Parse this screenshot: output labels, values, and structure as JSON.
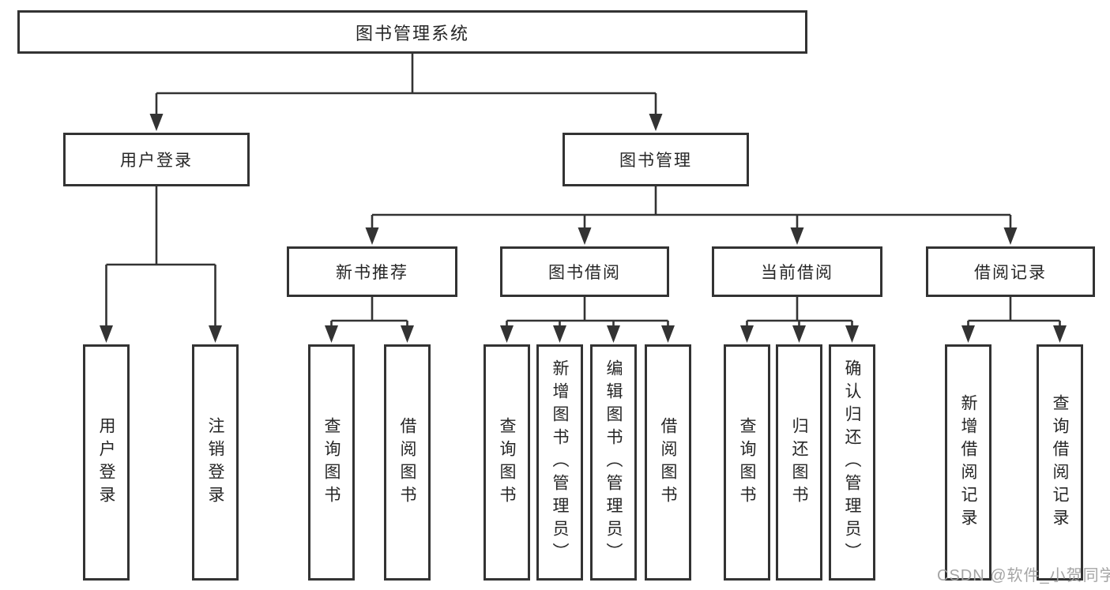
{
  "tree": {
    "root": "图书管理系统",
    "branches": [
      {
        "label": "用户登录",
        "children": [
          "用户登录",
          "注销登录"
        ]
      },
      {
        "label": "图书管理",
        "groups": [
          {
            "label": "新书推荐",
            "children": [
              "查询图书",
              "借阅图书"
            ]
          },
          {
            "label": "图书借阅",
            "children": [
              "查询图书",
              "新增图书（管理员）",
              "编辑图书（管理员）",
              "借阅图书"
            ]
          },
          {
            "label": "当前借阅",
            "children": [
              "查询图书",
              "归还图书",
              "确认归还（管理员）"
            ]
          },
          {
            "label": "借阅记录",
            "children": [
              "新增借阅记录",
              "查询借阅记录"
            ]
          }
        ]
      }
    ]
  },
  "colors": {
    "line": "#333333",
    "text": "#262626",
    "watermark": "#a0a0a0"
  },
  "watermark": "CSDN @软件_小贺同学"
}
